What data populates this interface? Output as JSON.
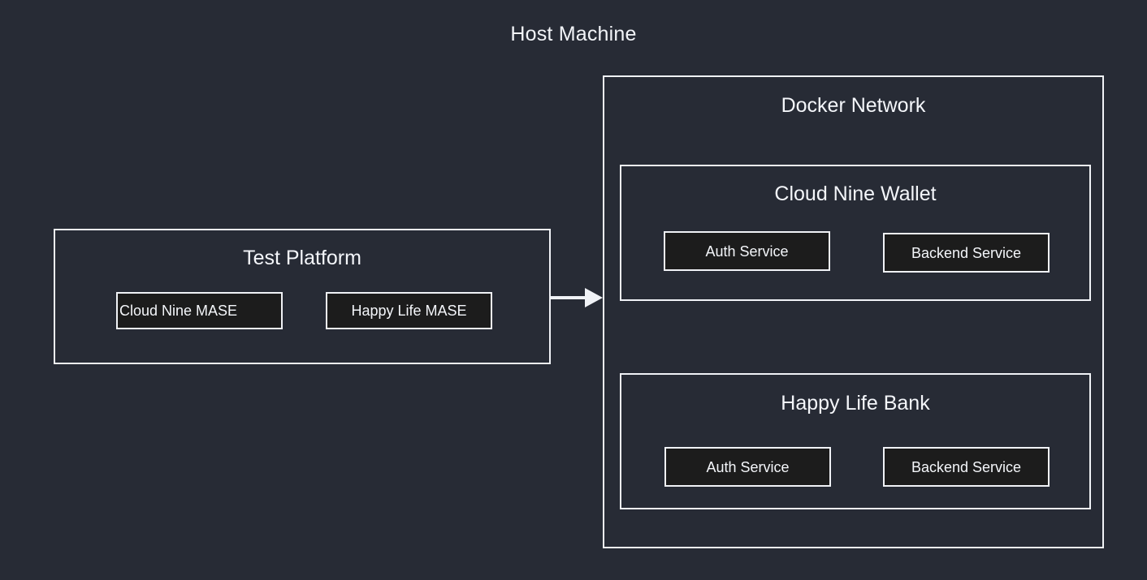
{
  "diagram": {
    "title": "Host Machine",
    "background_color": "#272b35",
    "stroke_color": "#f0f2f6",
    "node_fill_color": "#1c1c1c",
    "text_color": "#f4f6fa",
    "containers": {
      "test_platform": {
        "title": "Test Platform",
        "nodes": [
          {
            "label": "Cloud Nine MASE"
          },
          {
            "label": "Happy Life MASE"
          }
        ]
      },
      "docker_network": {
        "title": "Docker Network",
        "groups": {
          "cloud_nine_wallet": {
            "title": "Cloud Nine Wallet",
            "nodes": [
              {
                "label": "Auth Service"
              },
              {
                "label": "Backend Service"
              }
            ]
          },
          "happy_life_bank": {
            "title": "Happy Life Bank",
            "nodes": [
              {
                "label": "Auth Service"
              },
              {
                "label": "Backend Service"
              }
            ]
          }
        }
      }
    },
    "connectors": [
      {
        "name": "test-platform-to-docker-network",
        "from": "test_platform",
        "to": "docker_network",
        "style": "solid-arrow",
        "direction": "right"
      }
    ]
  }
}
